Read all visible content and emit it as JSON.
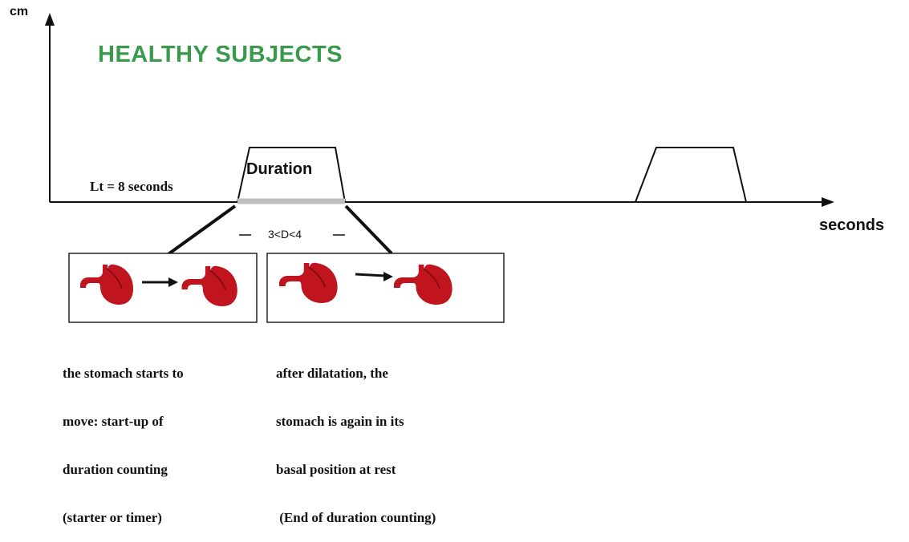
{
  "title": {
    "text": "HEALTHY SUBJECTS",
    "color": "#3a9a4c"
  },
  "axes": {
    "y_label": "cm",
    "x_label": "seconds"
  },
  "latency_label": "Lt = 8 seconds",
  "pulse_label": "Duration",
  "duration_range": "3<D<4",
  "stomach_color": "#c0141f",
  "captions": {
    "start": [
      "the stomach starts to",
      "move: start-up of",
      "duration counting",
      "(starter or timer)"
    ],
    "end": [
      "after dilatation, the",
      "stomach is again in its",
      "basal position at rest",
      " (End of duration counting)"
    ]
  }
}
